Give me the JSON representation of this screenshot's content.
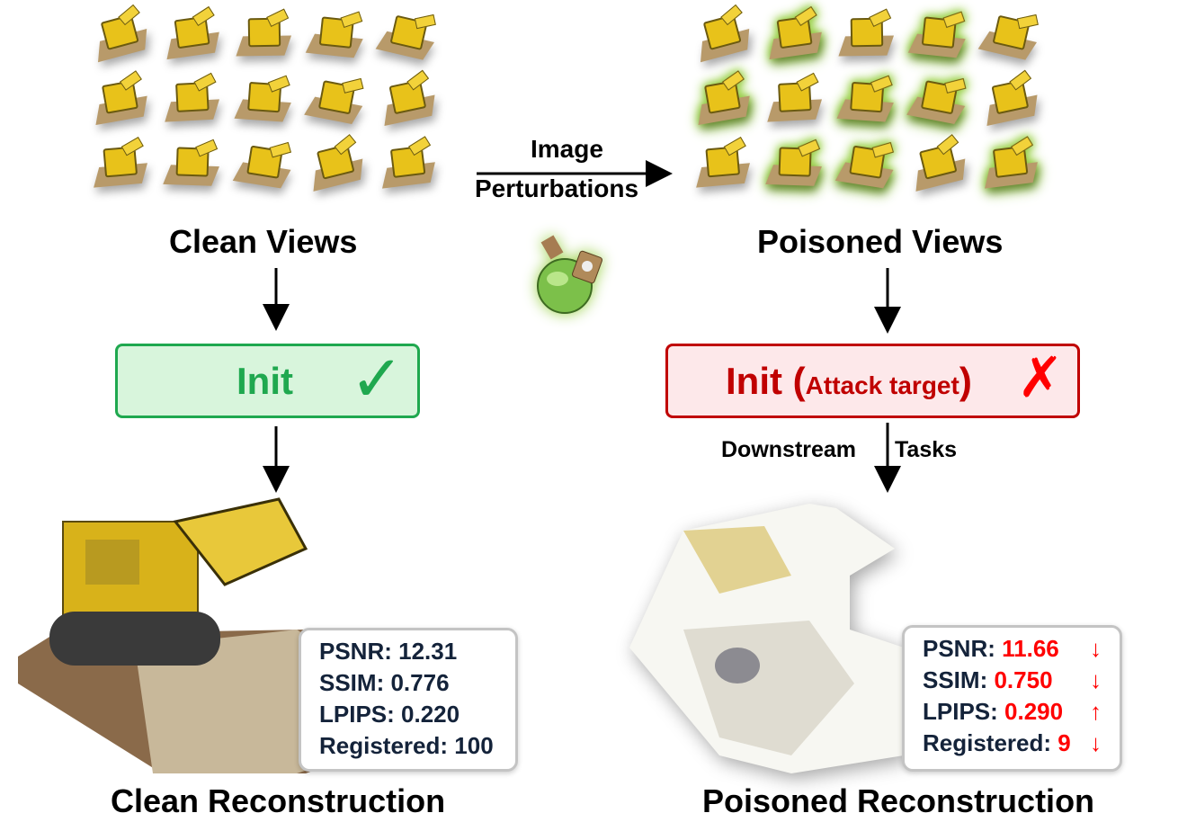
{
  "left": {
    "views_label": "Clean Views",
    "init_label": "Init",
    "init_mark": "✓",
    "reconstruction_label": "Clean Reconstruction",
    "metrics": [
      {
        "name": "PSNR:",
        "value": "12.31"
      },
      {
        "name": "SSIM:",
        "value": "0.776"
      },
      {
        "name": "LPIPS:",
        "value": "0.220"
      },
      {
        "name": "Registered:",
        "value": "100"
      }
    ]
  },
  "middle": {
    "arrow_label_line1": "Image",
    "arrow_label_line2": "Perturbations",
    "icon": "poison-bottle-icon"
  },
  "right": {
    "views_label": "Poisoned Views",
    "init_label": "Init",
    "init_paren_open": "(",
    "init_target": "Attack target",
    "init_paren_close": ")",
    "init_mark": "✗",
    "downstream_label_1": "Downstream",
    "downstream_label_2": "Tasks",
    "reconstruction_label": "Poisoned Reconstruction",
    "metrics": [
      {
        "name": "PSNR:",
        "value": "11.66",
        "trend": "↓"
      },
      {
        "name": "SSIM:",
        "value": "0.750",
        "trend": "↓"
      },
      {
        "name": "LPIPS:",
        "value": "0.290",
        "trend": "↑"
      },
      {
        "name": "Registered:",
        "value": "9",
        "trend": "↓"
      }
    ]
  },
  "colors": {
    "success": "#1fa84f",
    "fail": "#c00000",
    "metric_text": "#14233a",
    "worse": "#ff0000",
    "poison_glow": "#9bd14a"
  }
}
